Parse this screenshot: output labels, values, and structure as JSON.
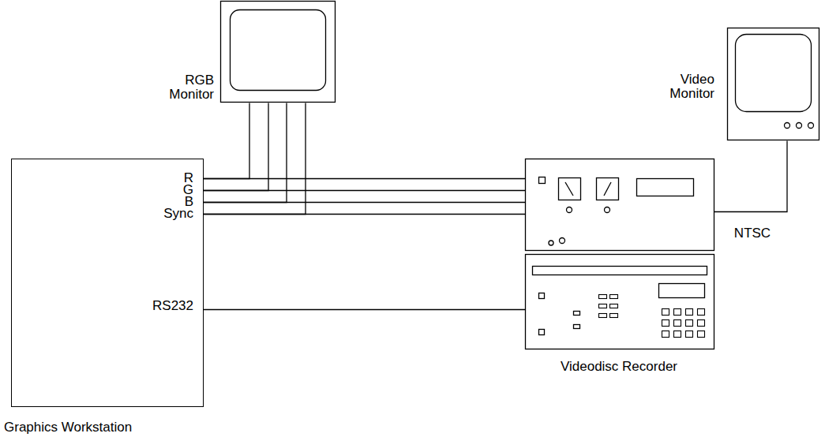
{
  "diagram": {
    "nodes": [
      {
        "text": [
          "Graphics Workstation"
        ]
      },
      {
        "text": [
          "RGB Monitor"
        ]
      },
      {
        "text": [
          "Videodisc Recorder"
        ]
      },
      {
        "text": [
          "Video Monitor"
        ]
      }
    ],
    "edges": [
      {
        "from": 0,
        "to": 2,
        "arrow": "none"
      },
      {
        "from": 0,
        "to": 2,
        "arrow": "none"
      },
      {
        "from": 0,
        "to": 2,
        "arrow": "none"
      },
      {
        "from": 0,
        "to": 2,
        "arrow": "none"
      },
      {
        "from": 0,
        "to": 1,
        "arrow": "none"
      },
      {
        "from": 0,
        "to": 1,
        "arrow": "none"
      },
      {
        "from": 0,
        "to": 1,
        "arrow": "none"
      },
      {
        "from": 0,
        "to": 1,
        "arrow": "none"
      },
      {
        "from": 0,
        "to": 2,
        "arrow": "none"
      },
      {
        "from": 2,
        "to": 3,
        "label": "NTSC",
        "arrow": "none"
      }
    ],
    "labels": [
      "R",
      "G",
      "B",
      "Sync",
      "RS232"
    ]
  }
}
